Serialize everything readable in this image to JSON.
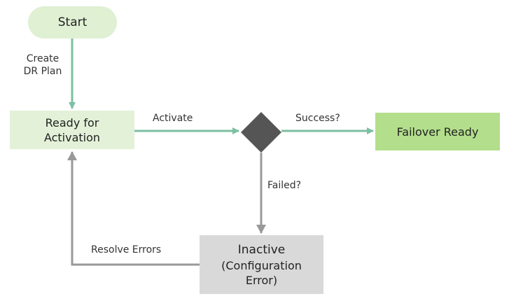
{
  "nodes": {
    "start": {
      "label": "Start"
    },
    "ready": {
      "line1": "Ready for",
      "line2": "Activation"
    },
    "failover": {
      "label": "Failover Ready"
    },
    "inactive": {
      "line1": "Inactive",
      "line2": "(Configuration",
      "line3": "Error)"
    }
  },
  "edges": {
    "create": {
      "line1": "Create",
      "line2": "DR Plan"
    },
    "activate": {
      "label": "Activate"
    },
    "success": {
      "label": "Success?"
    },
    "failed": {
      "label": "Failed?"
    },
    "resolve": {
      "label": "Resolve Errors"
    }
  },
  "colors": {
    "green_arrow": "#7dbfa2",
    "gray_arrow": "#999999",
    "decision_fill": "#555555",
    "start_fill": "#dff0d3",
    "ready_fill": "#e3f1d8",
    "failover_fill": "#b3de8c",
    "inactive_fill": "#d9d9d9"
  }
}
